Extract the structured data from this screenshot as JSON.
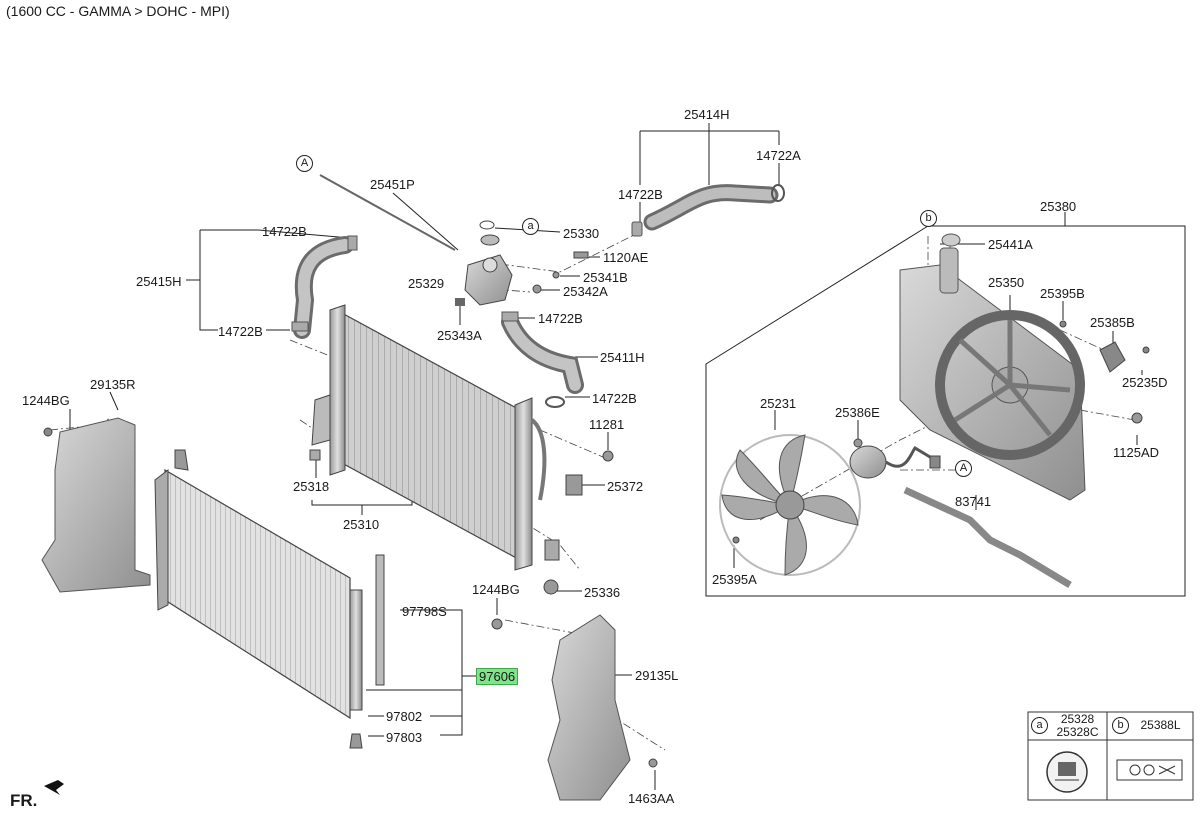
{
  "header": "(1600 CC - GAMMA > DOHC - MPI)",
  "front_label": "FR.",
  "highlight_color": "#7fe38a",
  "callouts": {
    "A": "A",
    "a": "a",
    "b": "b"
  },
  "parts": {
    "p25414H": "25414H",
    "p14722A_top": "14722A",
    "p14722B_top": "14722B",
    "p25451P": "25451P",
    "p25330": "25330",
    "p14722B_hose": "14722B",
    "p25415H": "25415H",
    "p1120AE": "1120AE",
    "p25341B": "25341B",
    "p25329": "25329",
    "p25342A": "25342A",
    "p14722B_mid": "14722B",
    "p14722B_left": "14722B",
    "p25343A": "25343A",
    "p25411H": "25411H",
    "p14722B_low": "14722B",
    "p1244BG_left": "1244BG",
    "p29135R": "29135R",
    "p11281": "11281",
    "p25318": "25318",
    "p25372": "25372",
    "p25310": "25310",
    "p1244BG_mid": "1244BG",
    "p25336": "25336",
    "p97798S": "97798S",
    "p97606": "97606",
    "p29135L": "29135L",
    "p97802": "97802",
    "p97803": "97803",
    "p1463AA": "1463AA",
    "p25380": "25380",
    "p25441A": "25441A",
    "p25350": "25350",
    "p25395B": "25395B",
    "p25385B": "25385B",
    "p25235D": "25235D",
    "p25231": "25231",
    "p25386E": "25386E",
    "p1125AD": "1125AD",
    "p83741": "83741",
    "p25395A": "25395A"
  },
  "legend": {
    "a_key": "a",
    "a_part1": "25328",
    "a_part2": "25328C",
    "b_key": "b",
    "b_part": "25388L"
  }
}
